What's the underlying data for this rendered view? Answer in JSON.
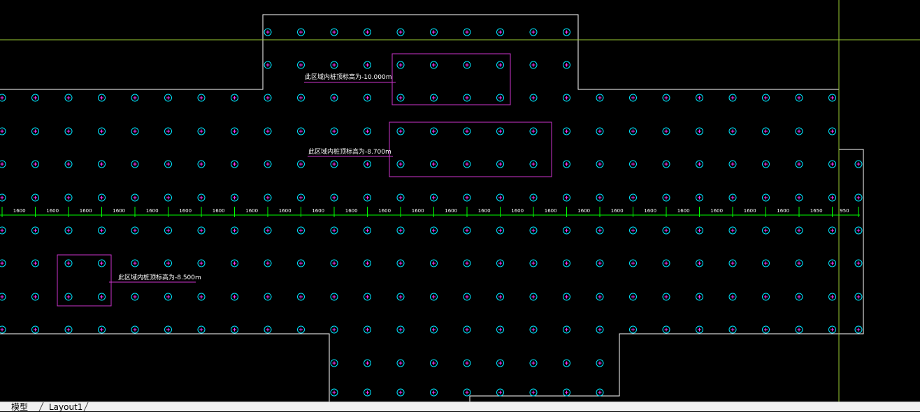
{
  "drawing": {
    "colors": {
      "background": "#000000",
      "outline": "#ffffff",
      "pile_circle": "#00e5ff",
      "pile_cross": "#ff33ff",
      "highlight_box": "#cc33cc",
      "leader": "#cc33cc",
      "dimension": "#00ff00",
      "crosshair": "#9acd32"
    },
    "annotations": [
      {
        "id": "anno-1",
        "text": "此区域内桩顶标高为-10.000m"
      },
      {
        "id": "anno-2",
        "text": "此区域内桩顶标高为-8.700m"
      },
      {
        "id": "anno-3",
        "text": "此区域内桩顶标高为-8.500m"
      }
    ],
    "dimension_labels": [
      "1600",
      "1600",
      "1600",
      "1600",
      "1600",
      "1600",
      "1600",
      "1600",
      "1600",
      "1600",
      "1600",
      "1600",
      "1600",
      "1600",
      "1600",
      "1600",
      "1600",
      "1600",
      "1600",
      "1600",
      "1600",
      "1600",
      "1600",
      "1600",
      "1650",
      "950"
    ]
  },
  "tabs": {
    "model": "模型",
    "layout1": "Layout1"
  }
}
